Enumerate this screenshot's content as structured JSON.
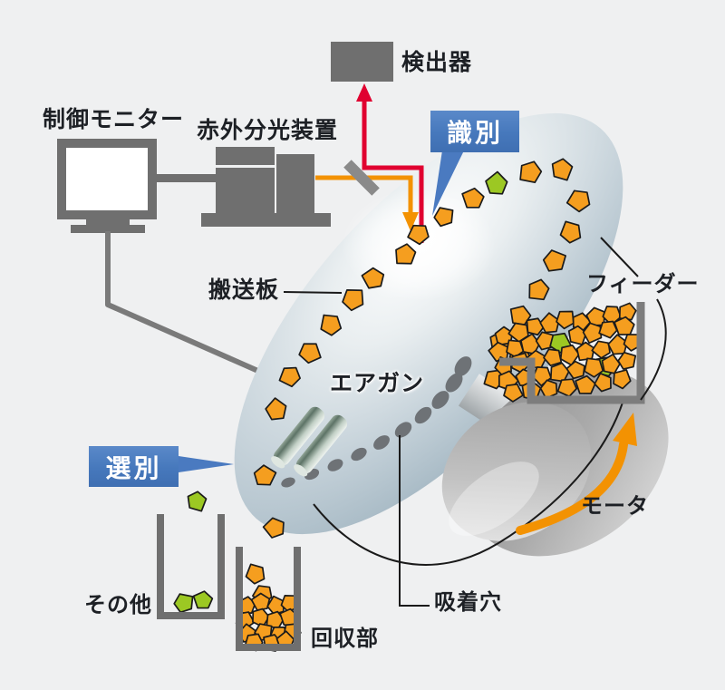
{
  "labels": {
    "detector": "検出器",
    "control_monitor": "制御モニター",
    "ir_spectrometer": "赤外分光装置",
    "identification": "識別",
    "transport_plate": "搬送板",
    "feeder": "フィーダー",
    "air_gun": "エアガン",
    "sorting": "選別",
    "motor": "モータ",
    "others": "その他",
    "collection": "回収部",
    "suction_holes": "吸着穴"
  },
  "colors": {
    "background": "#eff0f1",
    "accent_blue": "#4a7ac0",
    "beam_orange": "#f39202",
    "beam_red": "#e00030",
    "chip_orange": "#f59e1f",
    "chip_green": "#9cc823",
    "machine_gray": "#6f6f6f",
    "wire_gray": "#7a7a7a",
    "hole_gray": "#6e7276",
    "disc_edge": "#93a8b5",
    "text": "#1d2025"
  },
  "chips": {
    "ring": [
      [
        447,
        281,
        1.2,
        10
      ],
      [
        462,
        258,
        1.15,
        40
      ],
      [
        490,
        239,
        1.1,
        200
      ],
      [
        522,
        219,
        1.2,
        80
      ],
      [
        548,
        203,
        1.25,
        150,
        "g"
      ],
      [
        585,
        190,
        1.25,
        20
      ],
      [
        620,
        187,
        1.2,
        300
      ],
      [
        639,
        221,
        1.25,
        45
      ],
      [
        630,
        256,
        1.2,
        120
      ],
      [
        612,
        288,
        1.25,
        210
      ],
      [
        594,
        320,
        1.2,
        15
      ],
      [
        574,
        348,
        1.15,
        90
      ],
      [
        552,
        377,
        1.2,
        160
      ],
      [
        573,
        390,
        1.1,
        250
      ],
      [
        545,
        418,
        1.1,
        30
      ],
      [
        412,
        307,
        1.2,
        70
      ],
      [
        390,
        330,
        1.25,
        190
      ],
      [
        365,
        358,
        1.2,
        110
      ],
      [
        342,
        389,
        1.2,
        260
      ],
      [
        320,
        415,
        1.15,
        35
      ],
      [
        305,
        452,
        1.2,
        140
      ],
      [
        292,
        525,
        1.2,
        220
      ]
    ],
    "feeder_pile": [
      [
        556,
        371,
        1.05,
        0
      ],
      [
        573,
        366,
        1.1,
        47
      ],
      [
        590,
        360,
        1.0,
        94
      ],
      [
        607,
        357,
        1.1,
        141
      ],
      [
        624,
        352,
        1.05,
        188
      ],
      [
        641,
        355,
        1.0,
        235
      ],
      [
        658,
        350,
        1.1,
        282
      ],
      [
        675,
        347,
        1.05,
        329
      ],
      [
        692,
        344,
        1.0,
        16
      ],
      [
        551,
        388,
        1.1,
        63
      ],
      [
        568,
        384,
        1.0,
        110
      ],
      [
        585,
        380,
        1.1,
        157
      ],
      [
        602,
        376,
        1.05,
        204
      ],
      [
        618,
        378,
        1.15,
        251,
        "g"
      ],
      [
        637,
        370,
        1.05,
        298
      ],
      [
        654,
        367,
        1.1,
        345
      ],
      [
        671,
        363,
        1.0,
        32
      ],
      [
        689,
        360,
        1.1,
        79
      ],
      [
        556,
        404,
        1.0,
        126
      ],
      [
        574,
        400,
        1.1,
        173
      ],
      [
        592,
        397,
        1.05,
        220
      ],
      [
        610,
        394,
        1.0,
        267
      ],
      [
        628,
        391,
        1.1,
        314
      ],
      [
        646,
        388,
        1.05,
        1
      ],
      [
        664,
        385,
        1.0,
        48
      ],
      [
        668,
        404,
        1.15,
        95,
        "g"
      ],
      [
        682,
        381,
        1.1,
        142
      ],
      [
        698,
        377,
        1.0,
        189
      ],
      [
        560,
        420,
        1.1,
        236
      ],
      [
        579,
        417,
        1.0,
        283
      ],
      [
        598,
        414,
        1.05,
        330
      ],
      [
        617,
        411,
        1.1,
        17
      ],
      [
        636,
        408,
        1.0,
        64
      ],
      [
        655,
        405,
        1.1,
        111
      ],
      [
        674,
        402,
        1.05,
        158
      ],
      [
        692,
        398,
        1.0,
        205
      ],
      [
        566,
        433,
        1.05,
        252
      ],
      [
        586,
        431,
        1.1,
        299
      ],
      [
        606,
        429,
        1.0,
        346
      ],
      [
        626,
        427,
        1.05,
        33
      ],
      [
        646,
        425,
        1.1,
        80
      ],
      [
        666,
        422,
        1.0,
        127
      ],
      [
        686,
        418,
        1.05,
        174
      ]
    ],
    "ejected": [
      [
        303,
        582,
        1.15,
        60
      ],
      [
        217,
        553,
        1.1,
        300,
        "g"
      ],
      [
        282,
        633,
        1.1,
        120
      ],
      [
        290,
        655,
        1.05,
        45
      ]
    ],
    "others_bin": [
      [
        203,
        665,
        1.1,
        200,
        "g"
      ],
      [
        224,
        662,
        1.05,
        80,
        "g"
      ]
    ],
    "collection_bin": [
      [
        272,
        668,
        1.0,
        10
      ],
      [
        288,
        664,
        1.0,
        70
      ],
      [
        305,
        668,
        1.0,
        130
      ],
      [
        320,
        665,
        1.0,
        190
      ],
      [
        270,
        684,
        1.0,
        250
      ],
      [
        287,
        681,
        1.0,
        310
      ],
      [
        303,
        684,
        1.0,
        20
      ],
      [
        319,
        681,
        1.0,
        80
      ],
      [
        273,
        699,
        1.0,
        140
      ],
      [
        291,
        697,
        1.0,
        200
      ],
      [
        308,
        700,
        1.0,
        260
      ],
      [
        322,
        697,
        1.0,
        320
      ],
      [
        280,
        708,
        1.0,
        30
      ],
      [
        300,
        709,
        1.0,
        90
      ],
      [
        315,
        707,
        1.0,
        150
      ]
    ]
  },
  "suction_holes": [
    [
      318,
      532,
      8,
      5,
      -20
    ],
    [
      344,
      523,
      8.5,
      5.5,
      -24
    ],
    [
      370,
      513,
      9,
      6,
      -28
    ],
    [
      396,
      501,
      9.5,
      6,
      -32
    ],
    [
      421,
      488,
      10,
      6.5,
      -36
    ],
    [
      445,
      474,
      10.5,
      7,
      -40
    ],
    [
      467,
      458,
      11,
      7,
      -44
    ],
    [
      486,
      441,
      11.5,
      7.5,
      -48
    ],
    [
      501,
      422,
      12,
      7.5,
      -52
    ],
    [
      511,
      404,
      12,
      8,
      -56
    ]
  ]
}
